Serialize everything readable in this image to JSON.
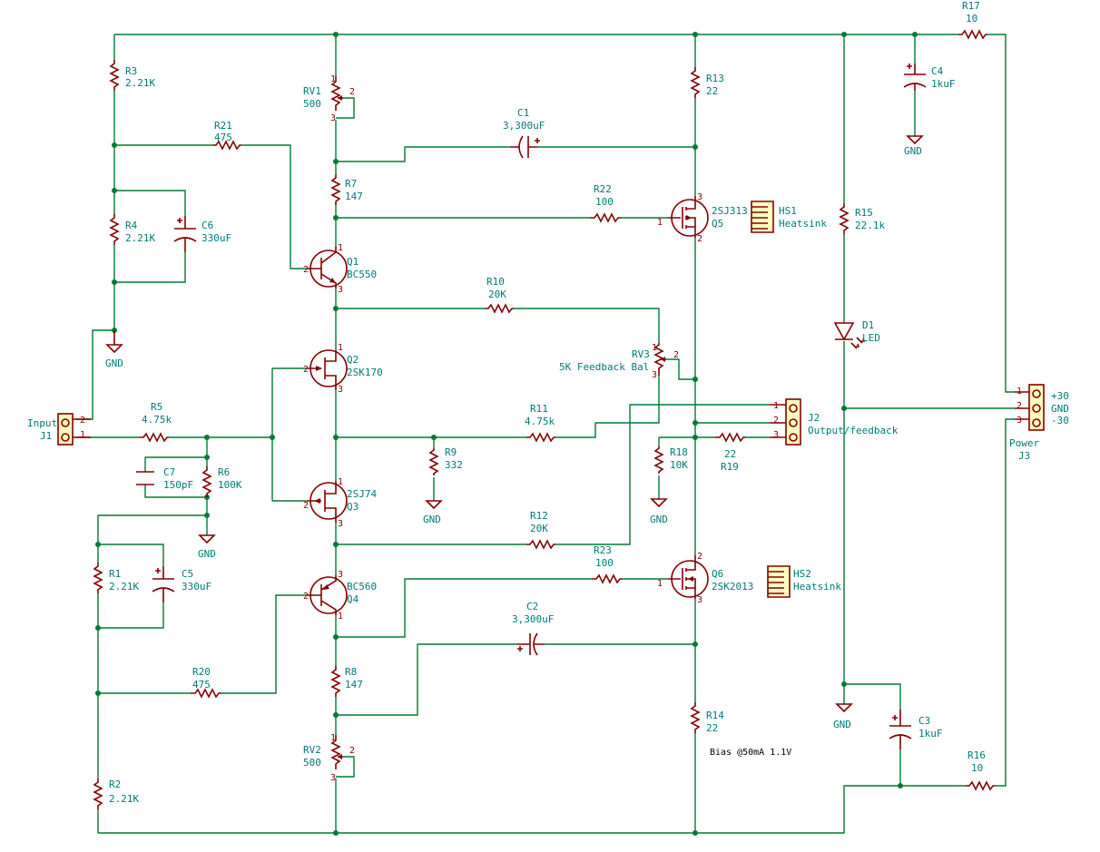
{
  "note": "Bias @50mA 1.1V",
  "parts": {
    "R1": {
      "ref": "R1",
      "value": "2.21K"
    },
    "R2": {
      "ref": "R2",
      "value": "2.21K"
    },
    "R3": {
      "ref": "R3",
      "value": "2.21K"
    },
    "R4": {
      "ref": "R4",
      "value": "2.21K"
    },
    "R5": {
      "ref": "R5",
      "value": "4.75k"
    },
    "R6": {
      "ref": "R6",
      "value": "100K"
    },
    "R7": {
      "ref": "R7",
      "value": "147"
    },
    "R8": {
      "ref": "R8",
      "value": "147"
    },
    "R9": {
      "ref": "R9",
      "value": "332"
    },
    "R10": {
      "ref": "R10",
      "value": "20K"
    },
    "R11": {
      "ref": "R11",
      "value": "4.75k"
    },
    "R12": {
      "ref": "R12",
      "value": "20K"
    },
    "R13": {
      "ref": "R13",
      "value": "22"
    },
    "R14": {
      "ref": "R14",
      "value": "22"
    },
    "R15": {
      "ref": "R15",
      "value": "22.1k"
    },
    "R16": {
      "ref": "R16",
      "value": "10"
    },
    "R17": {
      "ref": "R17",
      "value": "10"
    },
    "R18": {
      "ref": "R18",
      "value": "10K"
    },
    "R19": {
      "ref": "R19",
      "value": "22"
    },
    "R20": {
      "ref": "R20",
      "value": "475"
    },
    "R21": {
      "ref": "R21",
      "value": "475"
    },
    "R22": {
      "ref": "R22",
      "value": "100"
    },
    "R23": {
      "ref": "R23",
      "value": "100"
    },
    "RV1": {
      "ref": "RV1",
      "value": "500"
    },
    "RV2": {
      "ref": "RV2",
      "value": "500"
    },
    "RV3": {
      "ref": "RV3",
      "value": "5K Feedback Bal"
    },
    "C1": {
      "ref": "C1",
      "value": "3,300uF"
    },
    "C2": {
      "ref": "C2",
      "value": "3,300uF"
    },
    "C3": {
      "ref": "C3",
      "value": "1kuF"
    },
    "C4": {
      "ref": "C4",
      "value": "1kuF"
    },
    "C5": {
      "ref": "C5",
      "value": "330uF"
    },
    "C6": {
      "ref": "C6",
      "value": "330uF"
    },
    "C7": {
      "ref": "C7",
      "value": "150pF"
    },
    "Q1": {
      "ref": "Q1",
      "value": "BC550"
    },
    "Q2": {
      "ref": "Q2",
      "value": "2SK170"
    },
    "Q3": {
      "ref": "Q3",
      "value": "2SJ74"
    },
    "Q4": {
      "ref": "Q4",
      "value": "BC560"
    },
    "Q5": {
      "ref": "Q5",
      "value": "2SJ313"
    },
    "Q6": {
      "ref": "Q6",
      "value": "2SK2013"
    },
    "D1": {
      "ref": "D1",
      "value": "LED"
    },
    "HS1": {
      "ref": "HS1",
      "value": "Heatsink"
    },
    "HS2": {
      "ref": "HS2",
      "value": "Heatsink"
    },
    "J1": {
      "ref": "J1",
      "value": "Input"
    },
    "J2": {
      "ref": "J2",
      "value": "Output/feedback"
    },
    "J3": {
      "ref": "J3",
      "value": "Power"
    }
  },
  "power_labels": {
    "plus": "+30",
    "gnd": "GND",
    "minus": "-30"
  },
  "gnd_label": "GND"
}
